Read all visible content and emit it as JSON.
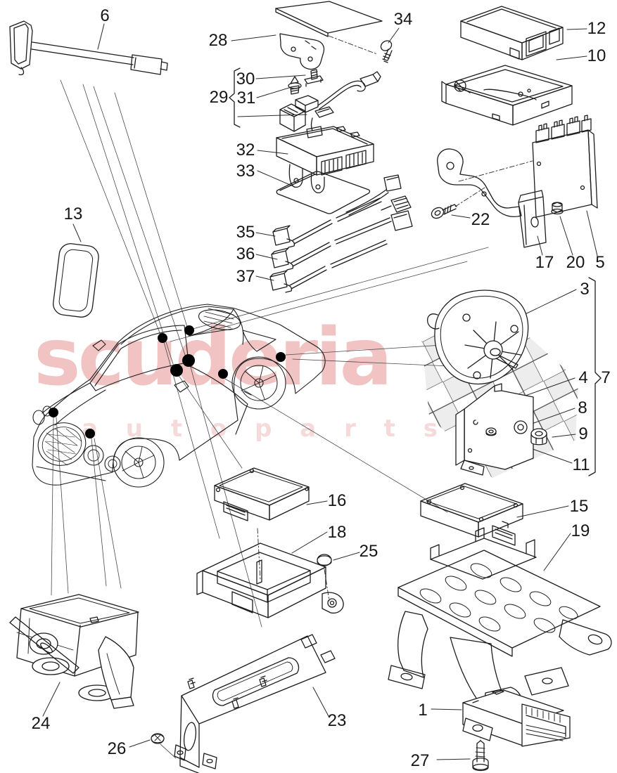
{
  "watermark": {
    "brand": "scuderia",
    "subtitle": "a u t o p a r t s"
  },
  "callouts": {
    "c1": "1",
    "c3": "3",
    "c4": "4",
    "c5": "5",
    "c6": "6",
    "c7": "7",
    "c8": "8",
    "c9": "9",
    "c10": "10",
    "c11": "11",
    "c12": "12",
    "c13": "13",
    "c15": "15",
    "c16": "16",
    "c17": "17",
    "c18": "18",
    "c19": "19",
    "c20": "20",
    "c22": "22",
    "c23": "23",
    "c24": "24",
    "c25": "25",
    "c26": "26",
    "c27": "27",
    "c28": "28",
    "c29": "29",
    "c30": "30",
    "c31": "31",
    "c32": "32",
    "c33": "33",
    "c34": "34",
    "c35": "35",
    "c36": "36",
    "c37": "37"
  },
  "brace_groups": [
    {
      "label": "29",
      "spans": [
        "30",
        "31"
      ]
    },
    {
      "label": "7",
      "spans": [
        "3",
        "4",
        "8",
        "9",
        "11"
      ]
    }
  ],
  "colors": {
    "line": "#1c1c1c",
    "watermark_red": "#d85050",
    "checker_gray": "#e9e9e9"
  }
}
